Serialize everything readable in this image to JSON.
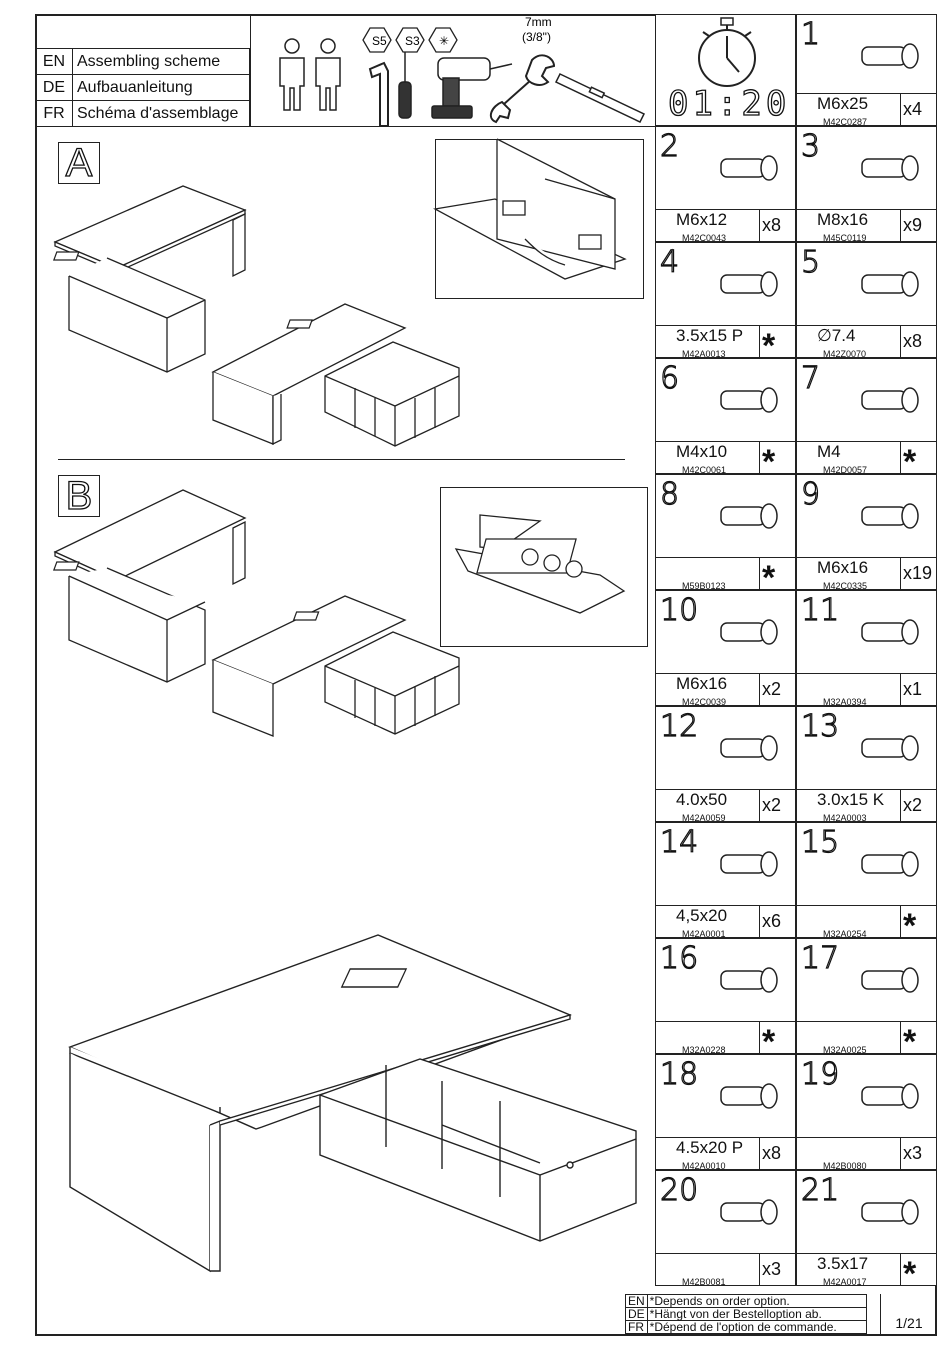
{
  "header": {
    "languages": [
      {
        "code": "EN",
        "title": "Assembling scheme"
      },
      {
        "code": "DE",
        "title": "Aufbauanleitung"
      },
      {
        "code": "FR",
        "title": "Schéma d'assemblage"
      }
    ],
    "tools": {
      "bit_a": "S5",
      "bit_b": "S3",
      "wrench_size": "7mm",
      "wrench_size_inch": "(3/8\")"
    },
    "time": "01:20"
  },
  "sections": {
    "a": "A",
    "b": "B"
  },
  "parts": [
    {
      "num": "1",
      "name": "M6x25",
      "code": "M42C0287",
      "qty": "x4"
    },
    {
      "num": "2",
      "name": "M6x12",
      "code": "M42C0043",
      "qty": "x8"
    },
    {
      "num": "3",
      "name": "M8x16",
      "code": "M45C0119",
      "qty": "x9"
    },
    {
      "num": "4",
      "name": "3.5x15 P",
      "code": "M42A0013",
      "qty": "*"
    },
    {
      "num": "5",
      "name": "∅7.4",
      "code": "M42Z0070",
      "qty": "x8"
    },
    {
      "num": "6",
      "name": "M4x10",
      "code": "M42C0061",
      "qty": "*"
    },
    {
      "num": "7",
      "name": "M4",
      "code": "M42D0057",
      "qty": "*"
    },
    {
      "num": "8",
      "name": "",
      "code": "M59B0123",
      "qty": "*"
    },
    {
      "num": "9",
      "name": "M6x16",
      "code": "M42C0335",
      "qty": "x19"
    },
    {
      "num": "10",
      "name": "M6x16",
      "code": "M42C0039",
      "qty": "x2"
    },
    {
      "num": "11",
      "name": "",
      "code": "M32A0394",
      "qty": "x1"
    },
    {
      "num": "12",
      "name": "4.0x50",
      "code": "M42A0059",
      "qty": "x2"
    },
    {
      "num": "13",
      "name": "3.0x15 K",
      "code": "M42A0003",
      "qty": "x2"
    },
    {
      "num": "14",
      "name": "4,5x20",
      "code": "M42A0001",
      "qty": "x6"
    },
    {
      "num": "15",
      "name": "",
      "code": "M32A0254",
      "qty": "*"
    },
    {
      "num": "16",
      "name": "",
      "code": "M32A0228",
      "qty": "*"
    },
    {
      "num": "17",
      "name": "",
      "code": "M32A0025",
      "qty": "*"
    },
    {
      "num": "18",
      "name": "4.5x20 P",
      "code": "M42A0010",
      "qty": "x8"
    },
    {
      "num": "19",
      "name": "",
      "code": "M42B0080",
      "qty": "x3"
    },
    {
      "num": "20",
      "name": "",
      "code": "M42B0081",
      "qty": "x3"
    },
    {
      "num": "21",
      "name": "3.5x17",
      "code": "M42A0017",
      "qty": "*"
    }
  ],
  "footer": {
    "notes": [
      {
        "code": "EN",
        "text": "*Depends on order option."
      },
      {
        "code": "DE",
        "text": "*Hängt von der Bestelloption ab."
      },
      {
        "code": "FR",
        "text": "*Dépend de l'option de commande."
      }
    ],
    "page": "1/21"
  }
}
